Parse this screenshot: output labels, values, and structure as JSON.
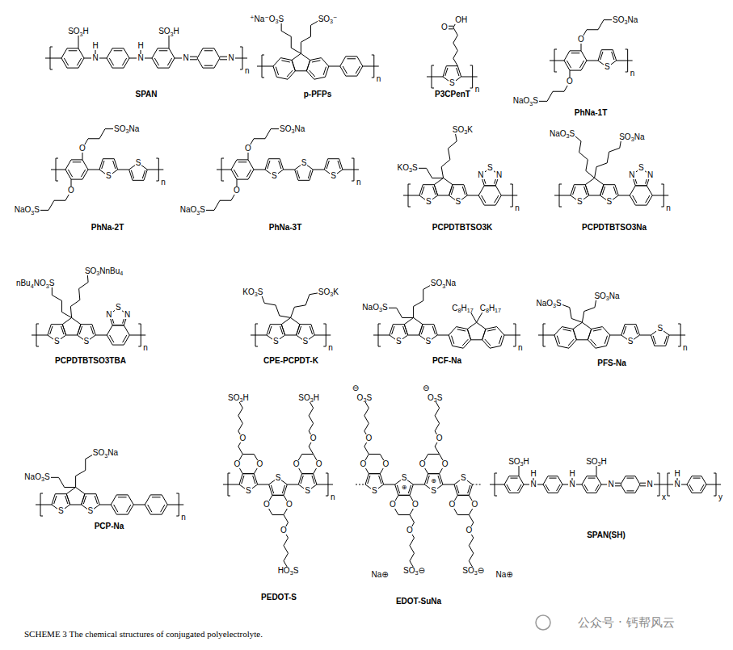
{
  "diagram": {
    "caption": "SCHEME 3 The chemical structures of conjugated polyelectrolyte.",
    "labels": [
      "SO3H",
      "H",
      "N",
      "H",
      "N",
      "SO3H",
      "N",
      "N",
      "n",
      "SPAN",
      "⁺Na⁻O3S",
      "SO3⁻",
      "n",
      "p-PFPs",
      "S",
      "O",
      "OH",
      "n",
      "P3CPenT",
      "O",
      "SO3Na",
      "O",
      "NaO3S",
      "S",
      "n",
      "PhNa-1T",
      "O",
      "SO3Na",
      "O",
      "NaO3S",
      "S",
      "S",
      "n",
      "PhNa-2T",
      "O",
      "SO3Na",
      "O",
      "NaO3S",
      "S",
      "S",
      "S",
      "n",
      "PhNa-3T",
      "S",
      "S",
      "KO3S",
      "SO3K",
      "N",
      "S",
      "N",
      "n",
      "PCPDTBTSO3K",
      "S",
      "S",
      "NaO3S",
      "SO3Na",
      "N",
      "S",
      "N",
      "n",
      "PCPDTBTSO3Na",
      "S",
      "S",
      "nBu4NO3S",
      "SO3NnBu4",
      "N",
      "S",
      "N",
      "n",
      "PCPDTBTSO3TBA",
      "S",
      "S",
      "KO3S",
      "SO3K",
      "n",
      "CPE-PCPDT-K",
      "S",
      "S",
      "NaO3S",
      "SO3Na",
      "C8H17",
      "C8H17",
      "n",
      "PCF-Na",
      "NaO3S",
      "SO3Na",
      "S",
      "S",
      "n",
      "PFS-Na",
      "S",
      "S",
      "NaO3S",
      "SO3Na",
      "n",
      "PCP-Na",
      "S",
      "O",
      "O",
      "O",
      "SO3H",
      "S",
      "O",
      "O",
      "O",
      "HO3S",
      "S",
      "O",
      "O",
      "O",
      "SO3H",
      "n",
      "PEDOT-S",
      "S",
      "O",
      "O",
      "O",
      "O3S",
      "⊖",
      "S",
      "O",
      "O",
      "O",
      "SO3⊖",
      "S",
      "O",
      "O",
      "O",
      "O3S",
      "⊖",
      "S",
      "O",
      "O",
      "O",
      "SO3⊖",
      "⊕",
      "⊕",
      "Na⊕",
      "Na⊕",
      "EDOT-SuNa",
      "SO3H",
      "H",
      "N",
      "H",
      "N",
      "SO3H",
      "N",
      "N",
      "x",
      "H",
      "N",
      "y",
      "SPAN(SH)",
      "公众号 · 钙帮风云"
    ]
  }
}
